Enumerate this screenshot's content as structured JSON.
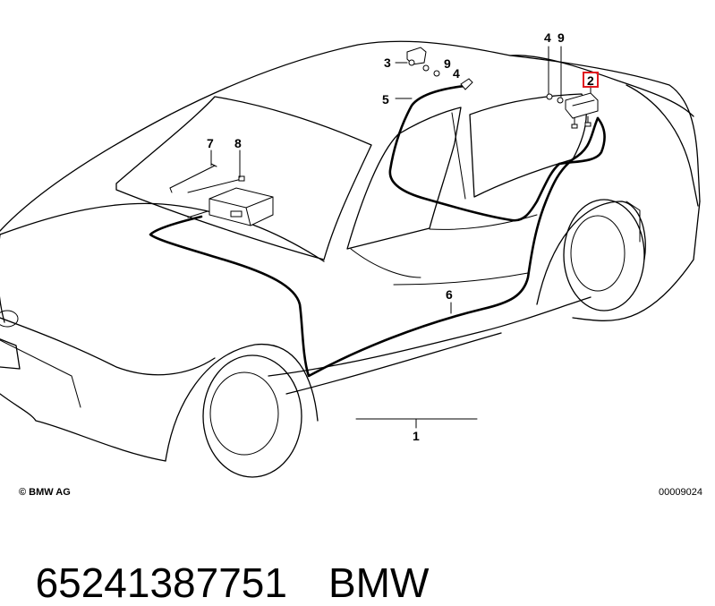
{
  "diagram": {
    "callouts": {
      "p1": "1",
      "p2": "2",
      "p3": "3",
      "p4_roof": "4",
      "p4_rear": "4",
      "p5": "5",
      "p6": "6",
      "p7": "7",
      "p8": "8",
      "p9_roof": "9",
      "p9_rear": "9"
    },
    "highlight_color": "#e0191f",
    "copyright": "© BMW AG",
    "drawing_id": "00009024"
  },
  "footer": {
    "part_number": "65241387751",
    "brand": "BMW"
  }
}
